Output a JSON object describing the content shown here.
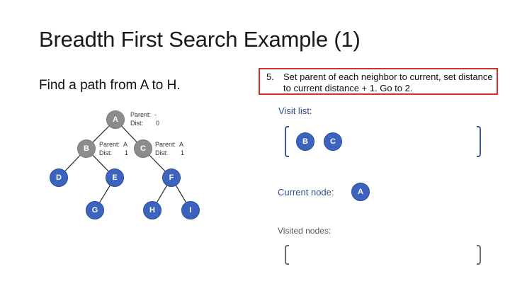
{
  "slide": {
    "title": "Breadth First Search Example (1)",
    "subtitle": "Find a path from A to H."
  },
  "step": {
    "number": "5.",
    "text": "Set parent of each neighbor to current, set distance to current distance + 1. Go to 2.",
    "highlight_color": "#d32f2f"
  },
  "tree": {
    "nodes": {
      "A": {
        "label": "A",
        "state": "visited-gray",
        "parent_label": "Parent:",
        "parent_value": "-",
        "dist_label": "Dist:",
        "dist_value": "0"
      },
      "B": {
        "label": "B",
        "state": "visited-gray",
        "parent_label": "Parent:",
        "parent_value": "A",
        "dist_label": "Dist:",
        "dist_value": "1"
      },
      "C": {
        "label": "C",
        "state": "visited-gray",
        "parent_label": "Parent:",
        "parent_value": "A",
        "dist_label": "Dist:",
        "dist_value": "1"
      },
      "D": {
        "label": "D",
        "state": "unvisited"
      },
      "E": {
        "label": "E",
        "state": "unvisited"
      },
      "F": {
        "label": "F",
        "state": "unvisited"
      },
      "G": {
        "label": "G",
        "state": "unvisited"
      },
      "H": {
        "label": "H",
        "state": "unvisited"
      },
      "I": {
        "label": "I",
        "state": "unvisited"
      }
    },
    "edges": [
      [
        "A",
        "B"
      ],
      [
        "A",
        "C"
      ],
      [
        "B",
        "D"
      ],
      [
        "B",
        "E"
      ],
      [
        "C",
        "F"
      ],
      [
        "E",
        "G"
      ],
      [
        "F",
        "H"
      ],
      [
        "F",
        "I"
      ]
    ],
    "colors": {
      "unvisited": "#3c64be",
      "visited": "#8c8c8c"
    }
  },
  "visit_list": {
    "label": "Visit list:",
    "items": [
      "B",
      "C"
    ]
  },
  "current_node": {
    "label": "Current node:",
    "value": "A"
  },
  "visited_nodes": {
    "label": "Visited nodes:",
    "items": []
  }
}
